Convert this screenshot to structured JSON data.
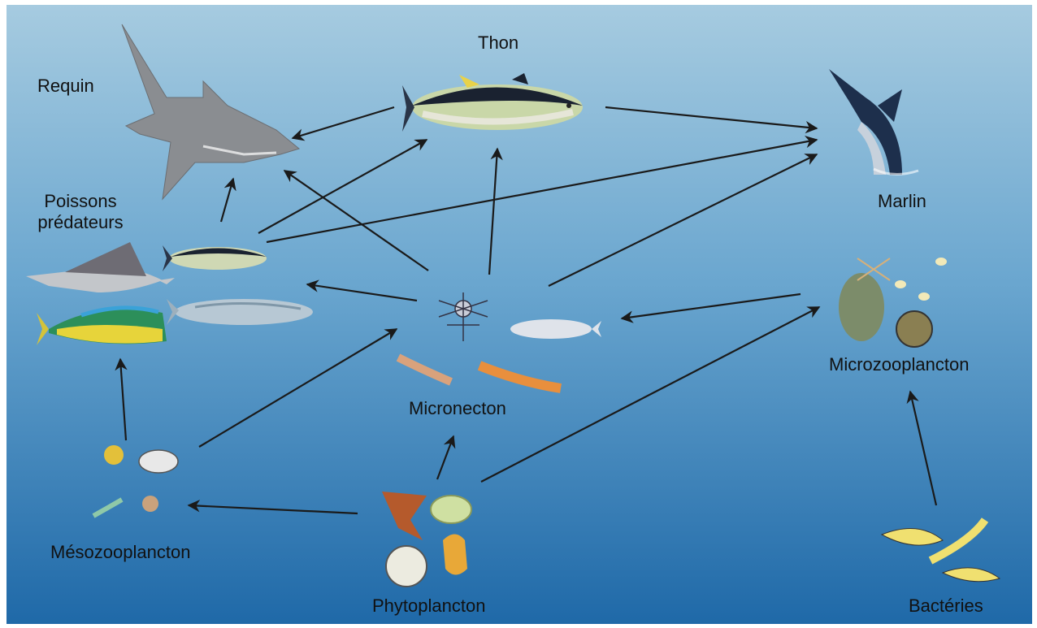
{
  "labels": {
    "requin": "Requin",
    "thon": "Thon",
    "marlin": "Marlin",
    "poissons_line1": "Poissons",
    "poissons_line2": "prédateurs",
    "microzooplancton": "Microzooplancton",
    "micronecton": "Micronecton",
    "mesozooplancton": "Mésozooplancton",
    "phytoplancton": "Phytoplancton",
    "bacteries": "Bactéries"
  },
  "colors": {
    "sea_top": "#a6cbe0",
    "sea_bottom": "#1f69a8",
    "arrow": "#1a1a1a"
  }
}
